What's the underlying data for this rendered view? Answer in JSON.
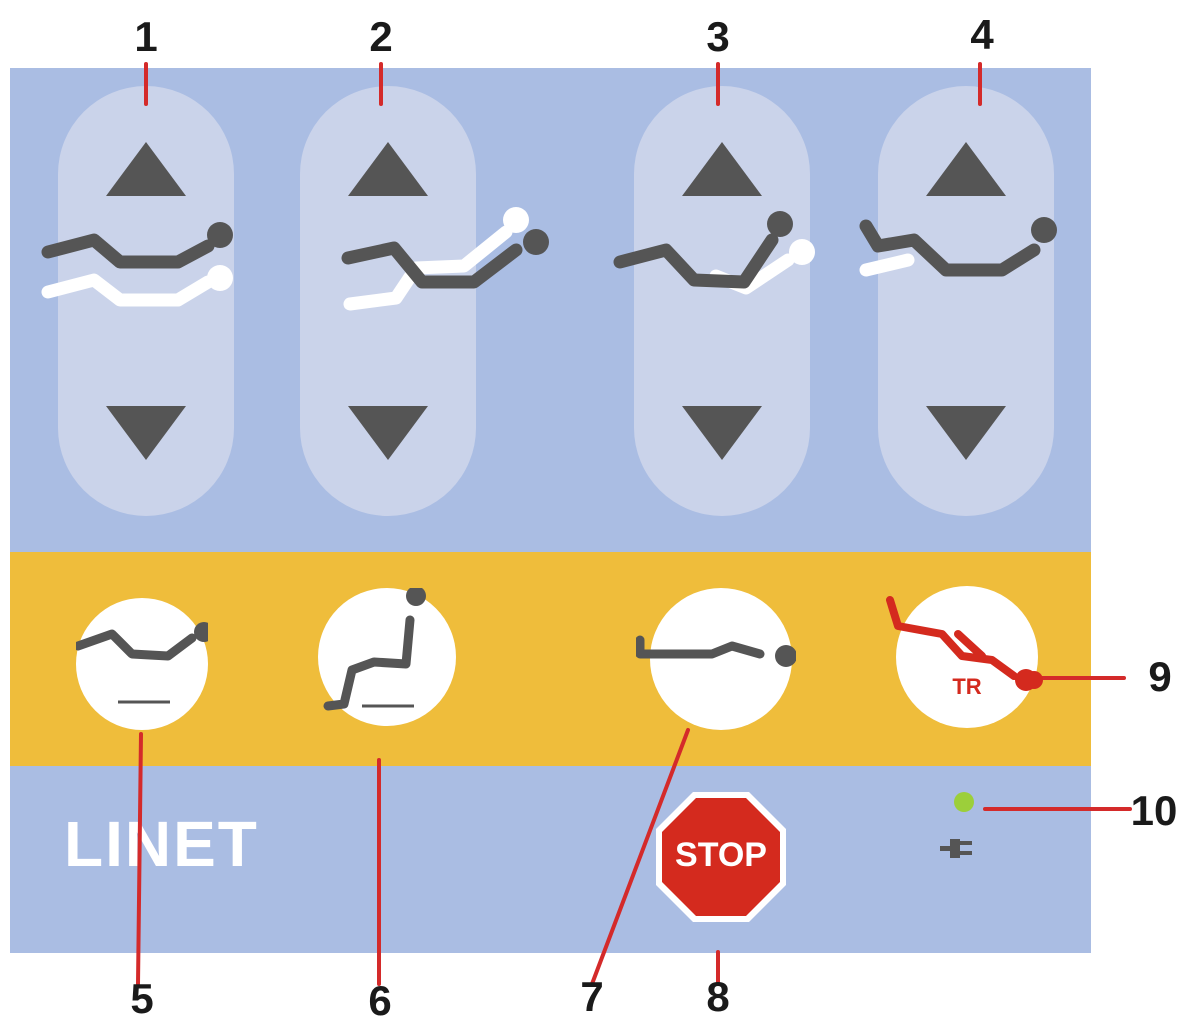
{
  "callouts": {
    "n1": "1",
    "n2": "2",
    "n3": "3",
    "n4": "4",
    "n5": "5",
    "n6": "6",
    "n7": "7",
    "n8": "8",
    "n9": "9",
    "n10": "10"
  },
  "panel": {
    "logo": "LINET",
    "tr_label": "TR",
    "stop_label": "STOP"
  },
  "icons": {
    "rocker_1": "bed-height-icon",
    "rocker_2": "backrest-icon",
    "rocker_3": "trendelenburg-icon",
    "rocker_4": "thigh-rest-icon",
    "mode_5": "cardiac-chair-position-icon",
    "mode_6": "chair-position-icon",
    "mode_7": "flat-position-icon",
    "mode_9": "trendelenburg-position-icon",
    "power": "power-plug-icon"
  },
  "colors": {
    "panel_blue": "#aabde3",
    "rocker": "#cad3ea",
    "panel_yellow": "#efbd3b",
    "icon_dark": "#555555",
    "stop_red": "#d42a1e",
    "led_green": "#9ccf3a",
    "callout_line": "#d42a2a"
  }
}
